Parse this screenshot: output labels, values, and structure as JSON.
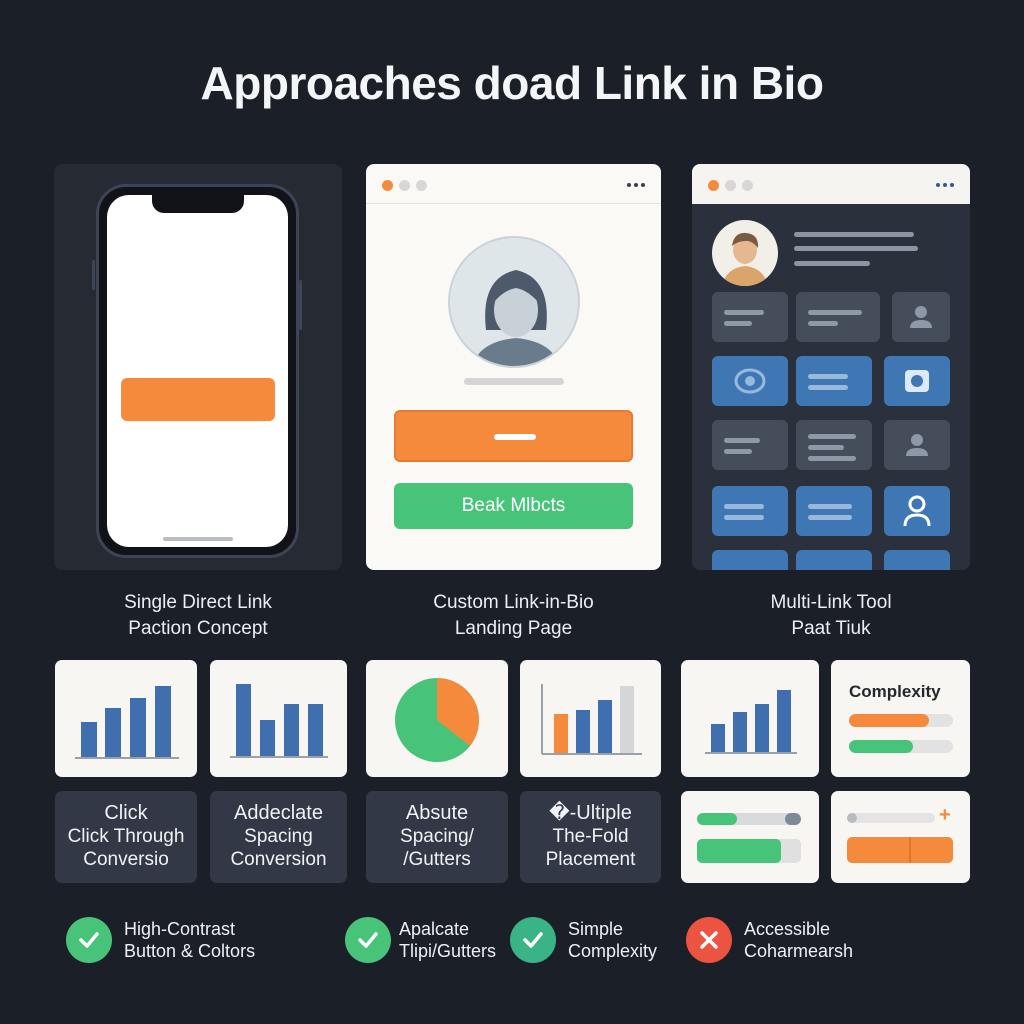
{
  "title": "Approaches doad Link in Bio",
  "colors": {
    "background": "#1b1f27",
    "accent_orange": "#f58a3c",
    "accent_green": "#48c47a",
    "accent_blue": "#3f77b5",
    "error_red": "#ec5340"
  },
  "panels": {
    "custom": {
      "green_button": "Beak Mlbcts"
    }
  },
  "captions": [
    {
      "line1": "Single Direct Link",
      "line2": "Paction Concept"
    },
    {
      "line1": "Custom Link-in-Bio",
      "line2": "Landing Page"
    },
    {
      "line1": "Multi-Link Tool",
      "line2": "Paat Tiuk"
    }
  ],
  "metrics": [
    {
      "line1": "Click",
      "line2": "Click Through",
      "line3": "Conversio"
    },
    {
      "line1": "Addeclate",
      "line2": "Spacing",
      "line3": "Conversion"
    },
    {
      "line1": "Absute",
      "line2": "Spacing/",
      "line3": "/Gutters"
    },
    {
      "line1": "�-Ultiple",
      "line2": "The-Fold",
      "line3": "Placement"
    }
  ],
  "complexity_card": {
    "label": "Complexity"
  },
  "checklist": [
    {
      "status": "pass",
      "icon": "check-icon",
      "line1": "High-Contrast",
      "line2": "Button & Coltors"
    },
    {
      "status": "pass",
      "icon": "check-icon",
      "line1": "Apalcate",
      "line2": "Tlipi/Gutters"
    },
    {
      "status": "pass",
      "icon": "check-icon",
      "line1": "Simple",
      "line2": "Complexity"
    },
    {
      "status": "fail",
      "icon": "close-icon",
      "line1": "Accessible",
      "line2": "Coharmearsh"
    }
  ]
}
